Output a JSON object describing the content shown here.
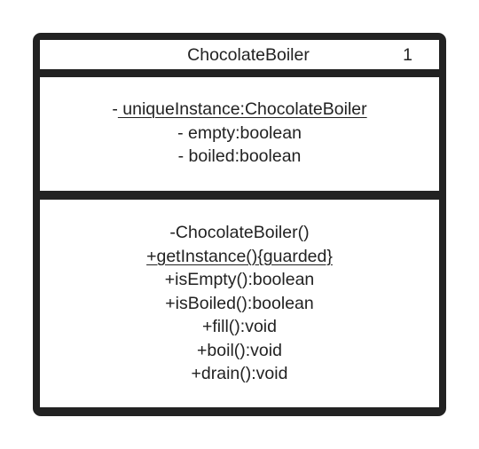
{
  "class_box": {
    "name": "ChocolateBoiler",
    "multiplicity": "1",
    "attributes": [
      {
        "text": "- uniqueInstance:ChocolateBoiler",
        "static": true
      },
      {
        "text": "- empty:boolean",
        "static": false
      },
      {
        "text": "- boiled:boolean",
        "static": false
      }
    ],
    "operations": [
      {
        "text": "-ChocolateBoiler()",
        "static": false
      },
      {
        "text": "+getInstance(){guarded}",
        "static": true
      },
      {
        "text": "+isEmpty():boolean",
        "static": false
      },
      {
        "text": "+isBoiled():boolean",
        "static": false
      },
      {
        "text": "+fill():void",
        "static": false
      },
      {
        "text": "+boil():void",
        "static": false
      },
      {
        "text": "+drain():void",
        "static": false
      }
    ]
  },
  "colors": {
    "border": "#222222",
    "background": "#ffffff",
    "text": "#222222"
  }
}
